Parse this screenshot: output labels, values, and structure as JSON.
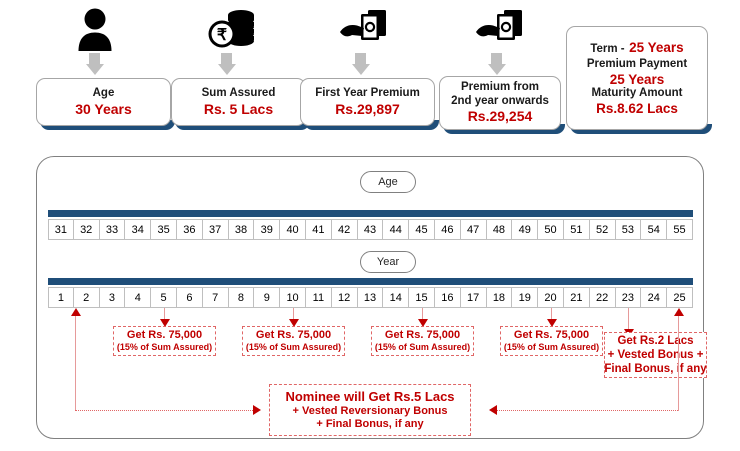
{
  "top_cards": [
    {
      "icon": "person-icon",
      "label": "Age",
      "value": "30 Years"
    },
    {
      "icon": "rupee-coins-icon",
      "label": "Sum Assured",
      "value": "Rs. 5 Lacs"
    },
    {
      "icon": "hand-cash-icon",
      "label": "First Year Premium",
      "value": "Rs.29,897"
    },
    {
      "icon": "hand-cash-icon",
      "label_line1": "Premium from",
      "label_line2": "2nd year onwards",
      "value": "Rs.29,254"
    }
  ],
  "term_card": {
    "term_label": "Term  -",
    "term_value": "25 Years",
    "premium_payment_label": "Premium Payment",
    "premium_payment_value": "25 Years",
    "maturity_label": "Maturity Amount",
    "maturity_value": "Rs.8.62 Lacs"
  },
  "timeline": {
    "age_pill": "Age",
    "year_pill": "Year",
    "age_values": [
      "31",
      "32",
      "33",
      "34",
      "35",
      "36",
      "37",
      "38",
      "39",
      "40",
      "41",
      "42",
      "43",
      "44",
      "45",
      "46",
      "47",
      "48",
      "49",
      "50",
      "51",
      "52",
      "53",
      "54",
      "55"
    ],
    "year_values": [
      "1",
      "2",
      "3",
      "4",
      "5",
      "6",
      "7",
      "8",
      "9",
      "10",
      "11",
      "12",
      "13",
      "14",
      "15",
      "16",
      "17",
      "18",
      "19",
      "20",
      "21",
      "22",
      "23",
      "24",
      "25"
    ]
  },
  "payouts": [
    {
      "at_year": "5",
      "line1": "Get Rs. 75,000",
      "line2": "(15% of Sum Assured)"
    },
    {
      "at_year": "10",
      "line1": "Get Rs. 75,000",
      "line2": "(15% of Sum Assured)"
    },
    {
      "at_year": "15",
      "line1": "Get Rs. 75,000",
      "line2": "(15% of Sum Assured)"
    },
    {
      "at_year": "20",
      "line1": "Get Rs. 75,000",
      "line2": "(15% of Sum Assured)"
    }
  ],
  "maturity_payout": {
    "at_year": "23",
    "line1": "Get Rs.2 Lacs",
    "line2": "+ Vested Bonus +",
    "line3": "Final Bonus, if any"
  },
  "death_benefit": {
    "line1": "Nominee will Get Rs.5 Lacs",
    "line2": "+ Vested Reversionary Bonus",
    "line3": "+ Final Bonus, if any"
  },
  "colors": {
    "red": "#c00000",
    "navy": "#1f4e79",
    "gray_arrow": "#bfbfbf",
    "dashed_red": "#e06666"
  }
}
